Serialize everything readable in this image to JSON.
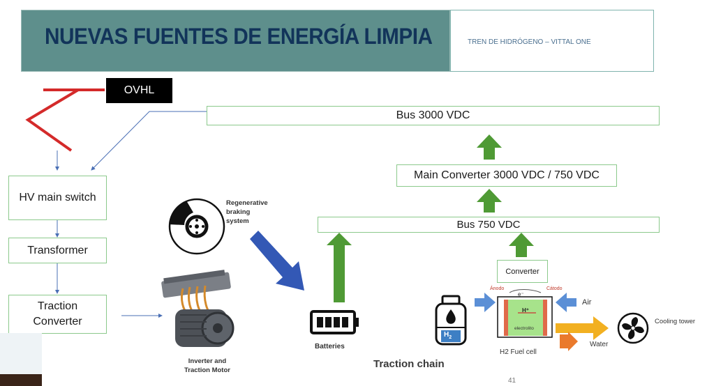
{
  "header": {
    "title": "NUEVAS FUENTES DE ENERGÍA LIMPIA",
    "subtitle": "TREN DE HIDRÓGENO – VITTAL ONE"
  },
  "diagram": {
    "ovhl": "OVHL",
    "hv_main_switch": "HV main switch",
    "transformer": "Transformer",
    "traction_converter_line1": "Traction",
    "traction_converter_line2": "Converter",
    "bus_3000": "Bus 3000  VDC",
    "main_converter": "Main Converter 3000 VDC / 750 VDC",
    "bus_750": "Bus 750 VDC",
    "converter": "Converter",
    "regen_line1": "Regenerative",
    "regen_line2": "braking",
    "regen_line3": "system",
    "batteries": "Batteries",
    "inverter_line1": "Inverter and",
    "inverter_line2": "Traction Motor",
    "h2_fuel_cell": "H2 Fuel cell",
    "h2_symbol": "H",
    "h2_sub": "2",
    "air": "Air",
    "water": "Water",
    "cooling_tower": "Cooling tower",
    "anodo": "Ánodo",
    "catodo": "Cátodo",
    "electrolito": "electrolito",
    "h_plus": "H⁺",
    "e_minus": "e⁻",
    "traction_chain": "Traction chain"
  },
  "footer": {
    "page_number": "41"
  },
  "colors": {
    "title_band": "#5e8f8c",
    "title_text": "#12345a",
    "box_border": "#8bc98b",
    "green_arrow": "#4f9a35",
    "blue_arrow": "#3358b5",
    "red_line": "#d42a2a"
  },
  "icons": [
    "brake-disc-icon",
    "motor-icon",
    "battery-icon",
    "hydrogen-tank-icon",
    "fan-icon"
  ]
}
